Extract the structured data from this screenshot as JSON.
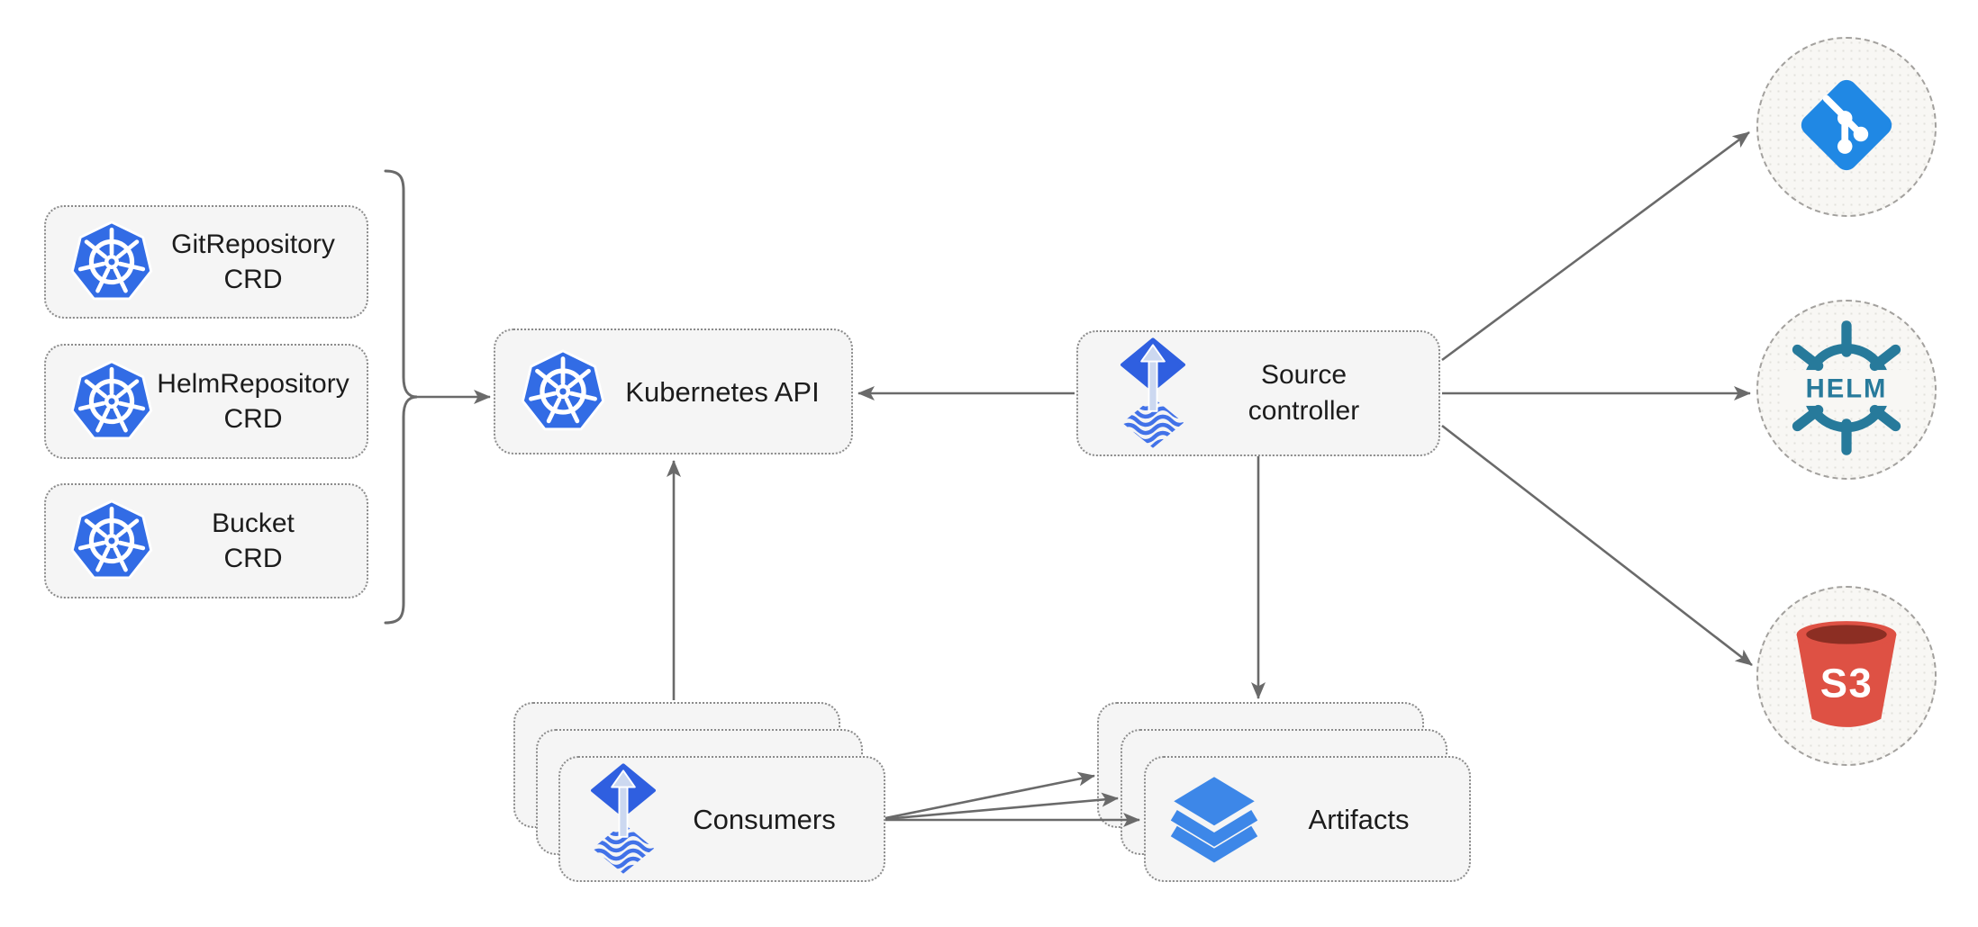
{
  "nodes": {
    "crd_boxes": [
      {
        "icon": "kubernetes-icon",
        "line1": "GitRepository",
        "line2": "CRD"
      },
      {
        "icon": "kubernetes-icon",
        "line1": "HelmRepository",
        "line2": "CRD"
      },
      {
        "icon": "kubernetes-icon",
        "line1": "Bucket",
        "line2": "CRD"
      }
    ],
    "kubernetes_api": {
      "icon": "kubernetes-icon",
      "label": "Kubernetes API"
    },
    "source_controller": {
      "icon": "flux-icon",
      "line1": "Source",
      "line2": "controller"
    },
    "consumers": {
      "icon": "flux-icon",
      "label": "Consumers",
      "stacked": 3
    },
    "artifacts": {
      "icon": "layers-icon",
      "label": "Artifacts",
      "stacked": 3
    }
  },
  "external_sources": {
    "git": {
      "icon": "git-icon"
    },
    "helm": {
      "icon": "helm-icon",
      "logo_text": "HELM"
    },
    "s3": {
      "icon": "s3-bucket-icon",
      "logo_text": "S3"
    }
  },
  "colors": {
    "k8s_blue": "#326CE5",
    "flux_blue": "#2F5FE0",
    "flux_stripe": "#4272E8",
    "flux_arrow_pale": "#CCD8F0",
    "git_blue": "#2088E4",
    "helm_teal": "#277A9B",
    "s3_red": "#DE5144",
    "s3_dark_red": "#8C2E23",
    "layers_blue": "#3D87E8",
    "box_fill": "#F5F5F5",
    "box_border": "#8B8B8B",
    "circle_fill": "#F8F7F4",
    "circle_border": "#A3A19E",
    "arrow_gray": "#6A6A6A",
    "text_dark": "#1C1C1C"
  }
}
